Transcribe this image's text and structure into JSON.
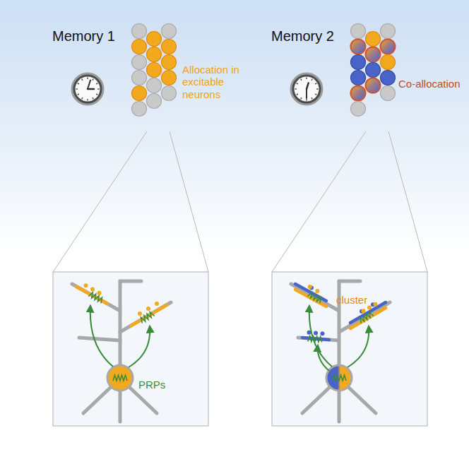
{
  "diagram": {
    "labels": [
      "Memory 1",
      "Allocation in excitable neurons",
      "Memory 2",
      "Co-allocation",
      "PRPs",
      "cluster"
    ]
  }
}
